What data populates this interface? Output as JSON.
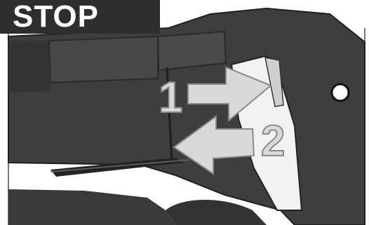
{
  "badge": {
    "text": "STOP"
  },
  "steps": [
    {
      "number": "1",
      "direction": "right",
      "description": "push-in"
    },
    {
      "number": "2",
      "direction": "left",
      "description": "pull-out"
    }
  ],
  "colors": {
    "badge_background": "#2e2e2e",
    "badge_text": "#ffffff",
    "tool_body": "#3f3f3f",
    "tool_dark": "#2a2a2a",
    "arrow_fill": "#d9d9d9",
    "opening": "#f2f2f2"
  }
}
